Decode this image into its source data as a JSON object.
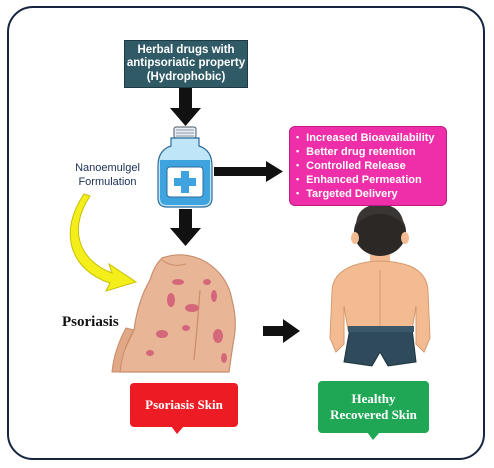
{
  "herbal_box": {
    "line1": "Herbal drugs with",
    "line2": "antipsoriatic property",
    "line3": "(Hydrophobic)"
  },
  "benefits": [
    "Increased Bioavailability",
    "Better drug retention",
    "Controlled Release",
    "Enhanced Permeation",
    "Targeted Delivery"
  ],
  "nanoemulgel": {
    "line1": "Nanoemulgel",
    "line2": "Formulation"
  },
  "psoriasis_label": "Psoriasis",
  "psoriasis_skin_label": "Psoriasis Skin",
  "healthy_skin": {
    "line1": "Healthy",
    "line2": "Recovered Skin"
  },
  "colors": {
    "frame": "#16243f",
    "herbal_box": "#2f5a66",
    "benefits_box": "#ee2fa9",
    "psoriasis_callout": "#ed1c24",
    "healthy_callout": "#1fa756",
    "curved_arrow": "#f4ef1a",
    "bottle": "#3fa3e0"
  }
}
